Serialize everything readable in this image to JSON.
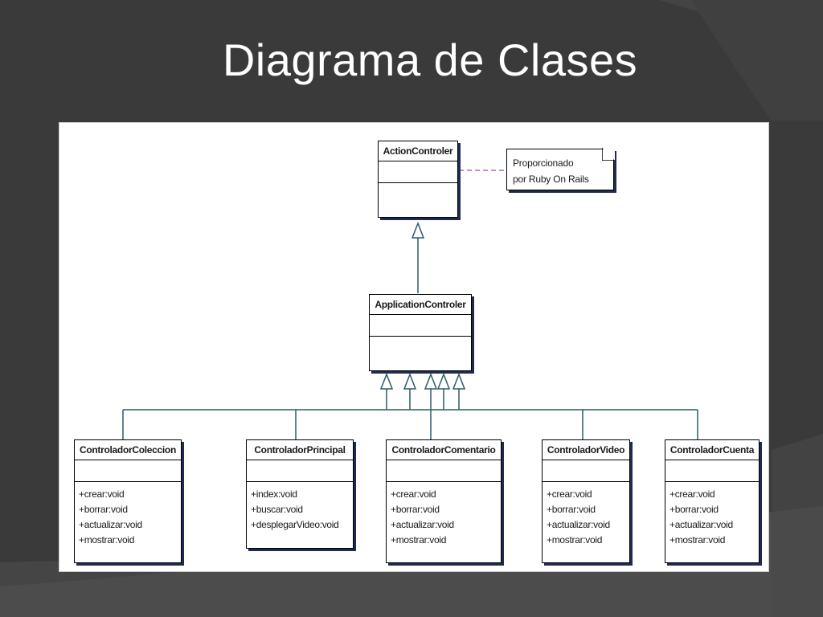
{
  "slide": {
    "title": "Diagrama de Clases"
  },
  "diagram": {
    "note": {
      "line1": "Proporcionado",
      "line2": "por Ruby On Rails"
    },
    "classes": [
      {
        "name": "ActionControler",
        "operations": []
      },
      {
        "name": "ApplicationControler",
        "operations": []
      },
      {
        "name": "ControladorColeccion",
        "operations": [
          "+crear:void",
          "+borrar:void",
          "+actualizar:void",
          "+mostrar:void"
        ]
      },
      {
        "name": "ControladorPrincipal",
        "operations": [
          "+index:void",
          "+buscar:void",
          "+desplegarVideo:void"
        ]
      },
      {
        "name": "ControladorComentario",
        "operations": [
          "+crear:void",
          "+borrar:void",
          "+actualizar:void",
          "+mostrar:void"
        ]
      },
      {
        "name": "ControladorVideo",
        "operations": [
          "+crear:void",
          "+borrar:void",
          "+actualizar:void",
          "+mostrar:void"
        ]
      },
      {
        "name": "ControladorCuenta",
        "operations": [
          "+crear:void",
          "+borrar:void",
          "+actualizar:void",
          "+mostrar:void"
        ]
      }
    ]
  },
  "colors": {
    "background": "#3a3a3a",
    "title": "#ffffff",
    "note_link": "#c060c0",
    "shadow": "#1e2a4e"
  }
}
